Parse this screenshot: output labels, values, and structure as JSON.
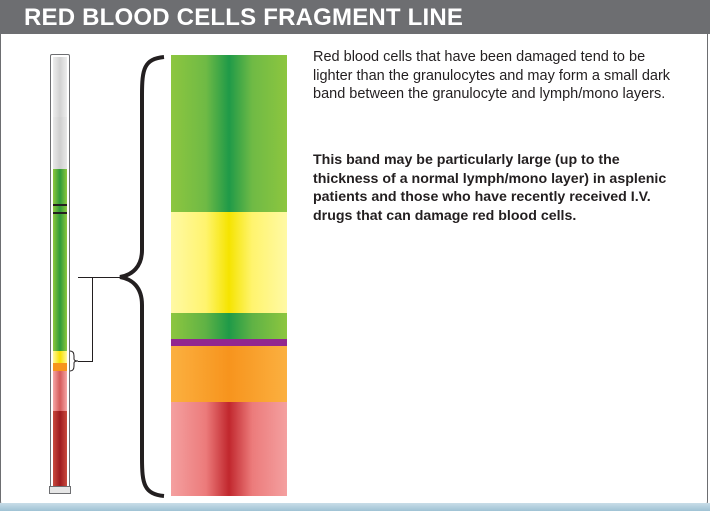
{
  "header": {
    "title": "RED BLOOD CELLS FRAGMENT LINE",
    "background": "#6d6e71"
  },
  "description": {
    "paragraph": "Red blood cells that have been damaged tend to be lighter than the granulocytes and may form a small dark band between the granulocyte and lymph/mono layers.",
    "bold_paragraph": "This band may be particularly large (up to the thickness of a normal lymph/mono layer) in asplenic patients and those who have recently received I.V. drugs that can damage red blood cells."
  },
  "colors": {
    "green": "#3aaa35",
    "light_green": "#8dc63f",
    "yellow": "#fff200",
    "purple": "#92278f",
    "orange": "#f7941d",
    "red": "#c1272d",
    "pink": "#f49ac1"
  }
}
